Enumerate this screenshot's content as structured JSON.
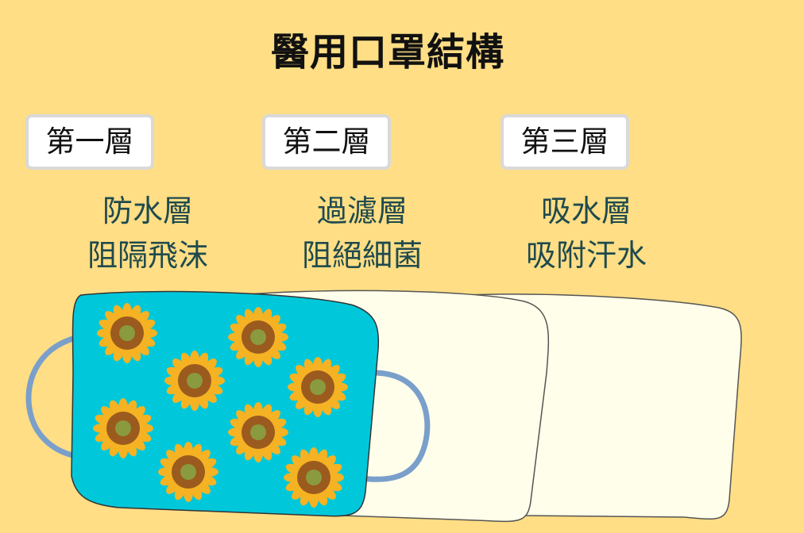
{
  "title": "醫用口罩結構",
  "layers": [
    {
      "label": "第一層",
      "function": "防水層",
      "purpose": "阻隔飛沫"
    },
    {
      "label": "第二層",
      "function": "過濾層",
      "purpose": "阻絕細菌"
    },
    {
      "label": "第三層",
      "function": "吸水層",
      "purpose": "吸附汗水"
    }
  ],
  "colors": {
    "background": "#FFDE85",
    "outer_layer": "#00C8DA",
    "inner_layer": "#FFFEEA",
    "ear_loop": "#7A9FCB",
    "sunflower_petal": "#F5B223",
    "sunflower_ring": "#9B5A1E",
    "sunflower_center": "#8A9A3E",
    "description_text": "#1F4A4E"
  }
}
